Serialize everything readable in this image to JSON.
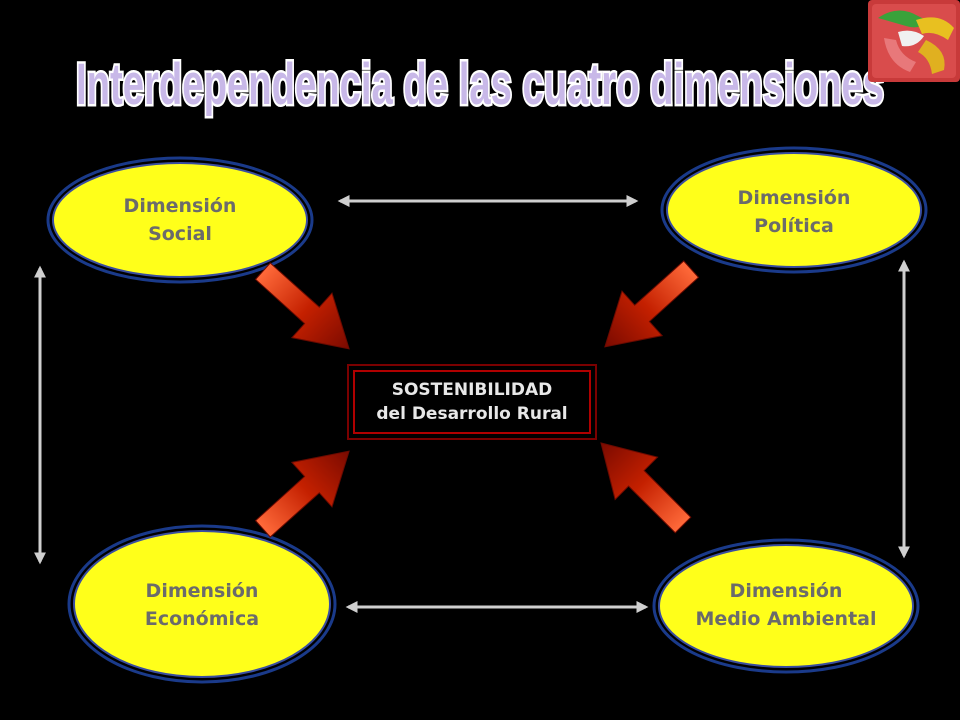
{
  "title": "Interdependencia de las cuatro dimensiones",
  "dimensions": {
    "social": {
      "line1": "Dimensión",
      "line2": "Social"
    },
    "politica": {
      "line1": "Dimensión",
      "line2": "Política"
    },
    "economica": {
      "line1": "Dimensión",
      "line2": "Económica"
    },
    "ambiental": {
      "line1": "Dimensión",
      "line2": "Medio Ambiental"
    }
  },
  "center": {
    "line1": "SOSTENIBILIDAD",
    "line2": "del Desarrollo Rural"
  },
  "colors": {
    "background": "#000000",
    "ellipse_fill": "#ffff1a",
    "ellipse_border": "#1a3a8a",
    "ellipse_text": "#6b6b6b",
    "arrow_fill": "#b01800",
    "arrow_highlight": "#ff5a2a",
    "link_arrow": "#cfcfcf",
    "title_fill": "#c8b8e8",
    "title_outline": "#9a8ad0",
    "center_border": "#a00000",
    "center_text": "#e8e8e8"
  },
  "logo": {
    "icon": "clasped-hands-logo-icon"
  }
}
